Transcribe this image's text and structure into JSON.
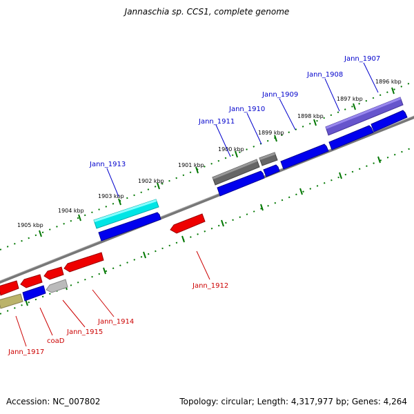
{
  "title": "Jannaschia sp. CCS1, complete genome",
  "footer": {
    "accession": "Accession: NC_007802",
    "summary": "Topology: circular; Length: 4,317,977 bp; Genes: 4,264"
  },
  "scale_labels": [
    "1896 kbp",
    "1897 kbp",
    "1898 kbp",
    "1899 kbp",
    "1900 kbp",
    "1901 kbp",
    "1902 kbp",
    "1903 kbp",
    "1904 kbp",
    "1905 kbp"
  ],
  "forward_genes": [
    "Jann_1907",
    "Jann_1908",
    "Jann_1909",
    "Jann_1910",
    "Jann_1911",
    "Jann_1913"
  ],
  "reverse_genes": [
    "Jann_1912",
    "Jann_1914",
    "Jann_1915",
    "coaD",
    "Jann_1917"
  ],
  "colors": {
    "forward_label": "#0000cc",
    "reverse_label": "#cc0000",
    "blue_gene": "#0000ee",
    "red_gene": "#ee0000",
    "cyan_gene": "#00e5e5",
    "purple_gene": "#6655cc",
    "gray_gene": "#666666",
    "light_gray_gene": "#bbbbbb",
    "olive_gene": "#bbb36a",
    "tick_green": "#007700",
    "backbone": "#777777"
  }
}
